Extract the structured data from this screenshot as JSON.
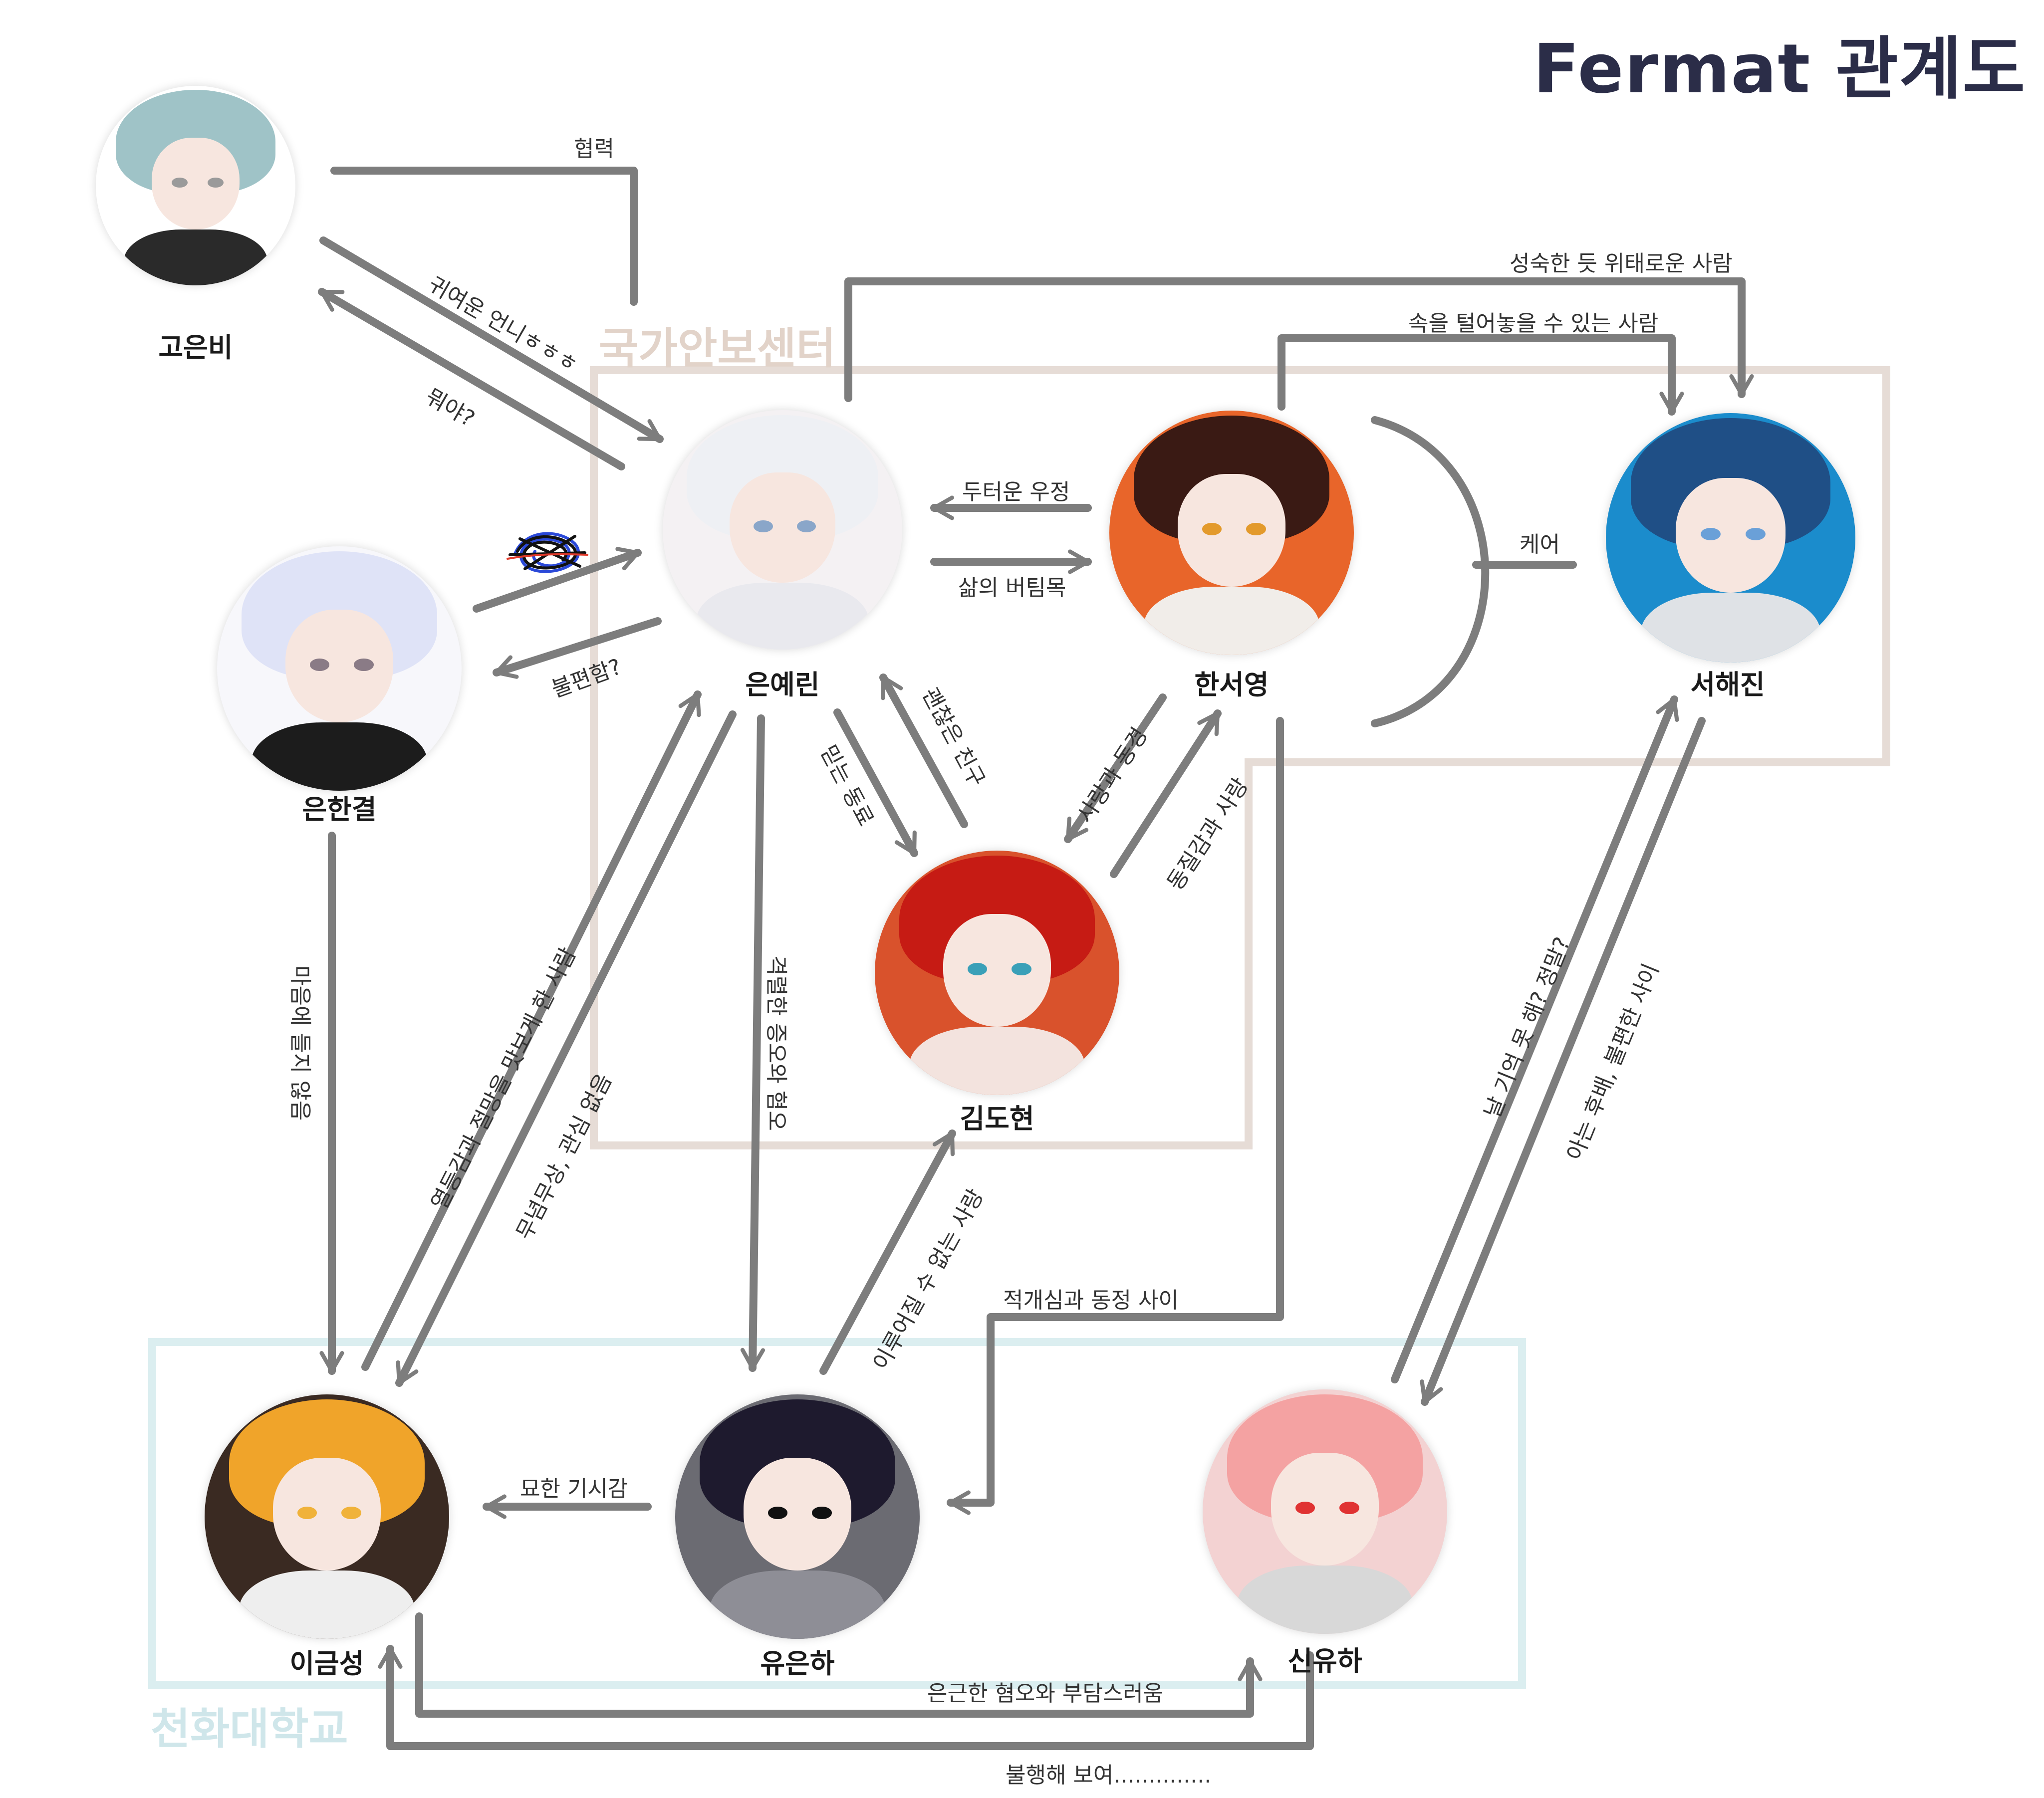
{
  "title": "Fermat 관계도",
  "groups": {
    "nis": {
      "label": "국가안보센터",
      "color": "#e6dcd6",
      "text_color": "#e2d3c9"
    },
    "univ": {
      "label": "천화대학교",
      "color": "#dbeef0",
      "text_color": "#cfe6ea"
    }
  },
  "characters": {
    "goeunbi": {
      "name": "고은비",
      "hair": "#9fc3c7",
      "eye": "#9a9a9a",
      "bg": "#ffffff",
      "body": "#2a2a2a",
      "icon": "character-portrait"
    },
    "eunyerin": {
      "name": "은예린",
      "hair": "#eef0f4",
      "eye": "#8aa6c9",
      "bg": "#f4f1f3",
      "body": "#e9e9ee",
      "icon": "character-portrait"
    },
    "hanseoyoung": {
      "name": "한서영",
      "hair": "#3a1a14",
      "eye": "#e39a2c",
      "bg": "#e8652a",
      "body": "#f1ede9",
      "icon": "character-portrait"
    },
    "seohaejin": {
      "name": "서해진",
      "hair": "#1f4f86",
      "eye": "#6aa0d8",
      "bg": "#1b8ccc",
      "body": "#dfe2e6",
      "icon": "character-portrait"
    },
    "eunhangyeol": {
      "name": "은한결",
      "hair": "#dfe3f7",
      "eye": "#8a7b86",
      "bg": "#f7f7fb",
      "body": "#1c1c1c",
      "icon": "character-portrait"
    },
    "kimdohyun": {
      "name": "김도현",
      "hair": "#c61b14",
      "eye": "#3aa0b8",
      "bg": "#d9522c",
      "body": "#f3e3de",
      "icon": "character-portrait"
    },
    "leegeumseong": {
      "name": "이금성",
      "hair": "#f0a42a",
      "eye": "#f0b23a",
      "bg": "#3a2a22",
      "body": "#eeeeee",
      "icon": "character-portrait"
    },
    "yueunha": {
      "name": "유은하",
      "hair": "#1e1a2e",
      "eye": "#111111",
      "bg": "#6b6b72",
      "body": "#8e8e96",
      "icon": "character-portrait"
    },
    "shinyuha": {
      "name": "신유하",
      "hair": "#f4a2a2",
      "eye": "#e03232",
      "bg": "#f3d2d2",
      "body": "#d8d8d8",
      "icon": "character-portrait"
    }
  },
  "relations": {
    "goeunbi_eunyerin_coop": "협력",
    "goeunbi_to_eunyerin": "귀여운 언니ㅎㅎㅎ",
    "eunyerin_to_goeunbi": "뭐야?",
    "eunyerin_to_seohaejin": "성숙한 듯 위태로운 사람",
    "hanseoyoung_to_seohaejin": "속을 털어놓을 수 있는 사람",
    "hanseoyoung_to_eunyerin": "두터운 우정",
    "eunyerin_to_hanseoyoung": "삶의 버팀목",
    "hanseoyoung_seohaejin_care": "케어",
    "eunyerin_to_eunhangyeol": "불편함?",
    "eunyerin_to_kimdohyun": "믿는 동료",
    "kimdohyun_to_eunyerin": "괜찮은 친구",
    "hanseoyoung_to_kimdohyun": "사랑과 동경",
    "kimdohyun_to_hanseoyoung": "동질감과 사랑",
    "eunhangyeol_to_leegeumseong": "마음에 들지 않음",
    "leegeumseong_to_eunyerin": "열등감과 절망을 맛보게 한 사람",
    "eunyerin_to_leegeumseong": "무념무상, 관심 없음",
    "eunyerin_to_yueunha": "격렬한 증오와 혐오",
    "yueunha_to_kimdohyun": "이루어질 수 없는 사랑",
    "hanseoyoung_to_yueunha": "적개심과 동정 사이",
    "shinyuha_to_seohaejin": "날 기억 못 해? 정말?",
    "seohaejin_to_shinyuha": "아는 후배, 불편한 사이",
    "yueunha_to_leegeumseong": "묘한 기시감",
    "leegeumseong_to_shinyuha": "은근한 혐오와 부담스러움",
    "shinyuha_to_leegeumseong": "불행해 보여.............."
  },
  "colors": {
    "arrow": "#7d7d7d",
    "title": "#2b2d48"
  }
}
